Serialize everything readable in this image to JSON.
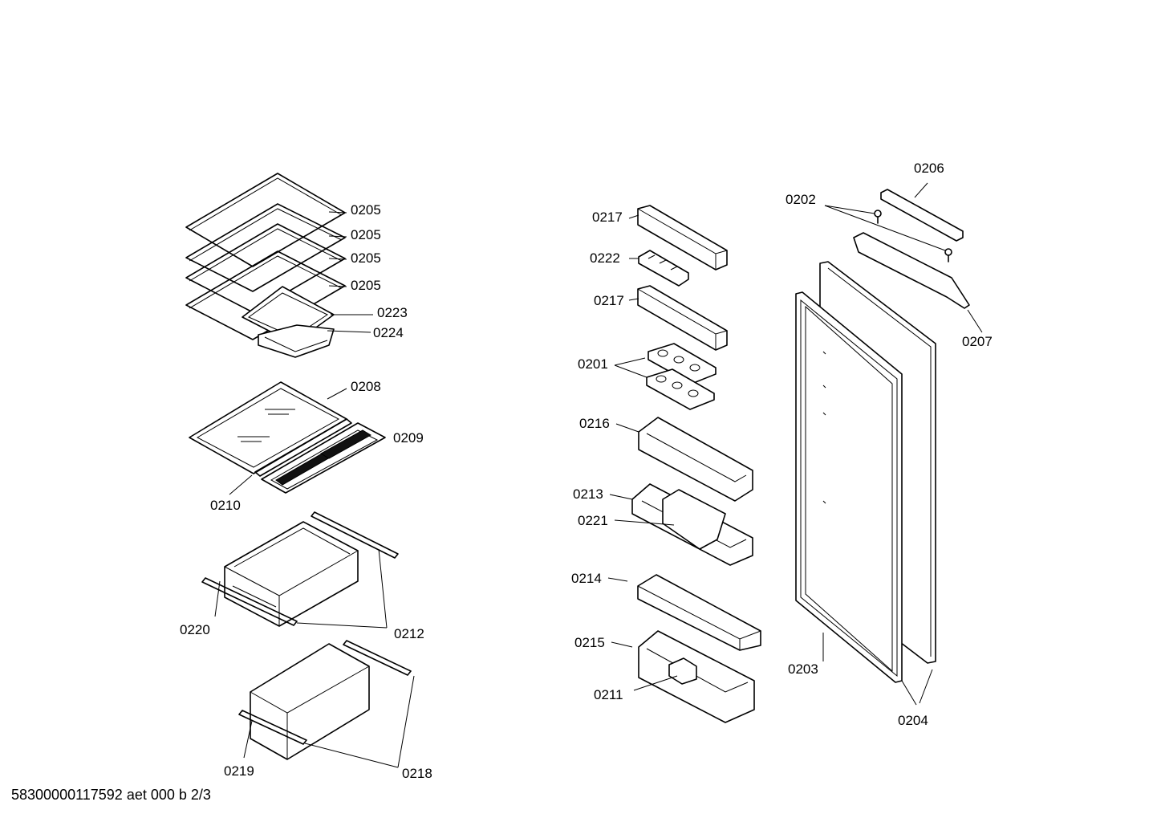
{
  "parts": {
    "p0205a": "0205",
    "p0205b": "0205",
    "p0205c": "0205",
    "p0205d": "0205",
    "p0223": "0223",
    "p0224": "0224",
    "p0208": "0208",
    "p0209": "0209",
    "p0210": "0210",
    "p0220": "0220",
    "p0212": "0212",
    "p0219": "0219",
    "p0218": "0218",
    "p0217a": "0217",
    "p0222": "0222",
    "p0217b": "0217",
    "p0201": "0201",
    "p0216": "0216",
    "p0213": "0213",
    "p0221": "0221",
    "p0214": "0214",
    "p0215": "0215",
    "p0211": "0211",
    "p0202": "0202",
    "p0206": "0206",
    "p0207": "0207",
    "p0203": "0203",
    "p0204": "0204"
  },
  "footer": "58300000117592 aet 000 b 2/3"
}
